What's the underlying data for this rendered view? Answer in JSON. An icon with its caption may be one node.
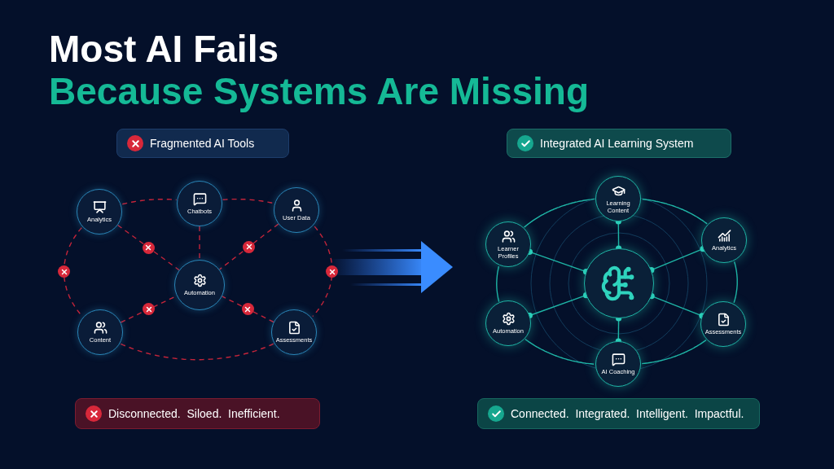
{
  "diagram": {
    "title": "Most AI Fails",
    "nodes": [
      {
        "text": [
          "Fragmented AI Tools"
        ]
      },
      {
        "text": [
          "Analytics"
        ]
      },
      {
        "text": [
          "Chatbots"
        ]
      },
      {
        "text": [
          "User Data"
        ]
      },
      {
        "text": [
          "Automation"
        ]
      },
      {
        "text": [
          "Content"
        ]
      },
      {
        "text": [
          "Assessments"
        ]
      },
      {
        "text": [
          "Disconnected.  Siloed.  Inefficient."
        ]
      },
      {
        "text": [
          "Integrated AI Learning System"
        ]
      },
      {
        "text": [
          "Learning Content"
        ]
      },
      {
        "text": [
          "Learner Profiles"
        ]
      },
      {
        "text": [
          "Analytics"
        ]
      },
      {
        "text": [],
        "shape": "circle"
      },
      {
        "text": [
          "Automation"
        ]
      },
      {
        "text": [
          "Assessments"
        ]
      },
      {
        "text": [
          "AI Coaching"
        ]
      },
      {
        "text": [
          "Connected.  Integrated.  Intelligent.  Impactful."
        ]
      }
    ],
    "edges": [
      {
        "from": 1,
        "to": 2,
        "arrow": "none",
        "style": "dashed",
        "color": "#c4243a"
      },
      {
        "from": 2,
        "to": 3,
        "arrow": "none",
        "style": "dashed",
        "color": "#c4243a"
      },
      {
        "from": 1,
        "to": 5,
        "arrow": "none",
        "style": "dashed",
        "color": "#c4243a"
      },
      {
        "from": 3,
        "to": 6,
        "arrow": "none",
        "style": "dashed",
        "color": "#c4243a"
      },
      {
        "from": 5,
        "to": 6,
        "arrow": "none",
        "style": "dashed",
        "color": "#c4243a"
      },
      {
        "from": 1,
        "to": 4,
        "arrow": "none",
        "style": "dashed",
        "color": "#c4243a"
      },
      {
        "from": 2,
        "to": 4,
        "arrow": "none",
        "style": "dashed",
        "color": "#c4243a"
      },
      {
        "from": 3,
        "to": 4,
        "arrow": "none",
        "style": "dashed",
        "color": "#c4243a"
      },
      {
        "from": 5,
        "to": 4,
        "arrow": "none",
        "style": "dashed",
        "color": "#c4243a"
      },
      {
        "from": 6,
        "to": 4,
        "arrow": "none",
        "style": "dashed",
        "color": "#c4243a"
      },
      {
        "from": 9,
        "to": 11,
        "arrow": "none"
      },
      {
        "from": 11,
        "to": 14,
        "arrow": "none"
      },
      {
        "from": 14,
        "to": 15,
        "arrow": "none"
      },
      {
        "from": 15,
        "to": 13,
        "arrow": "none"
      },
      {
        "from": 13,
        "to": 10,
        "arrow": "none"
      },
      {
        "from": 10,
        "to": 9,
        "arrow": "none"
      },
      {
        "from": 12,
        "to": 9,
        "arrow": "other"
      },
      {
        "from": 12,
        "to": 11,
        "arrow": "other"
      },
      {
        "from": 12,
        "to": 14,
        "arrow": "other"
      },
      {
        "from": 12,
        "to": 15,
        "arrow": "other"
      },
      {
        "from": 12,
        "to": 13,
        "arrow": "other"
      },
      {
        "from": 12,
        "to": 10,
        "arrow": "other"
      }
    ],
    "labels": [
      "Because Systems Are Missing"
    ]
  }
}
